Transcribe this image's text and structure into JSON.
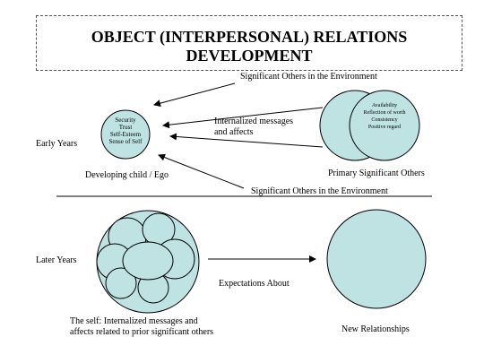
{
  "title": {
    "line1": "OBJECT (INTERPERSONAL) RELATIONS",
    "line2": "DEVELOPMENT"
  },
  "labels": {
    "significant_others_top": "Significant Others in the Environment",
    "significant_others_bottom": "Significant Others in the Environment",
    "internalized_line1": "Internalized messages",
    "internalized_line2": "and affects",
    "early_years": "Early Years",
    "later_years": "Later Years",
    "developing_child": "Developing child / Ego",
    "primary_significant_others": "Primary Significant Others",
    "expectations_about": "Expectations About",
    "self_line1": "The self: Internalized messages and",
    "self_line2": "affects related to prior significant others",
    "new_relationships": "New Relationships"
  },
  "child_circle": {
    "items": [
      "Security",
      "Trust",
      "Self-Esteem",
      "Sense of Self"
    ]
  },
  "others_circle": {
    "items": [
      "Availability",
      "Reflection of worth",
      "Consistency",
      "Positive regard"
    ]
  },
  "colors": {
    "circle_fill": "#bfe3e3",
    "stroke": "#000000"
  }
}
